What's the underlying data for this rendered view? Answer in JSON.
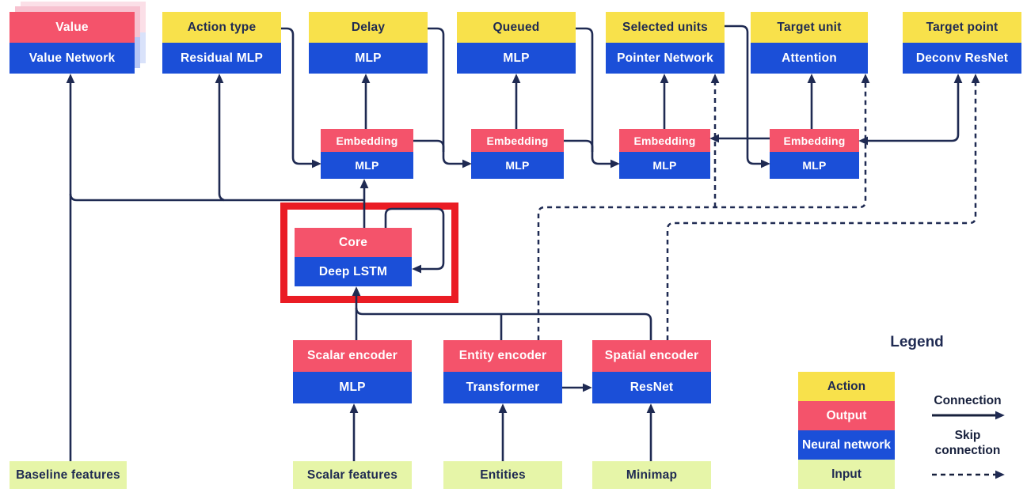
{
  "nodes": {
    "value": {
      "top": "Value",
      "bottom": "Value Network"
    },
    "action_type": {
      "top": "Action type",
      "bottom": "Residual MLP"
    },
    "delay": {
      "top": "Delay",
      "bottom": "MLP"
    },
    "queued": {
      "top": "Queued",
      "bottom": "MLP"
    },
    "selected_units": {
      "top": "Selected units",
      "bottom": "Pointer Network"
    },
    "target_unit": {
      "top": "Target unit",
      "bottom": "Attention"
    },
    "target_point": {
      "top": "Target point",
      "bottom": "Deconv ResNet"
    },
    "embedding1": {
      "top": "Embedding",
      "bottom": "MLP"
    },
    "embedding2": {
      "top": "Embedding",
      "bottom": "MLP"
    },
    "embedding3": {
      "top": "Embedding",
      "bottom": "MLP"
    },
    "embedding4": {
      "top": "Embedding",
      "bottom": "MLP"
    },
    "core": {
      "top": "Core",
      "bottom": "Deep LSTM"
    },
    "scalar_encoder": {
      "top": "Scalar encoder",
      "bottom": "MLP"
    },
    "entity_encoder": {
      "top": "Entity encoder",
      "bottom": "Transformer"
    },
    "spatial_encoder": {
      "top": "Spatial encoder",
      "bottom": "ResNet"
    }
  },
  "inputs": {
    "baseline": "Baseline features",
    "scalar": "Scalar features",
    "entities": "Entities",
    "minimap": "Minimap"
  },
  "legend": {
    "title": "Legend",
    "items": [
      {
        "label": "Action",
        "type": "action"
      },
      {
        "label": "Output",
        "type": "output"
      },
      {
        "label": "Neural network",
        "type": "neural-network"
      },
      {
        "label": "Input",
        "type": "input"
      }
    ],
    "connection_label": "Connection",
    "skip_connection_label": "Skip connection"
  },
  "colors": {
    "action_yellow": "#F8E14B",
    "output_pink": "#F4536B",
    "neural_blue": "#1B4FD8",
    "input_green": "#E6F5A8",
    "line_navy": "#1F2A52",
    "highlight_red": "#EA1C24",
    "background": "#ffffff"
  }
}
